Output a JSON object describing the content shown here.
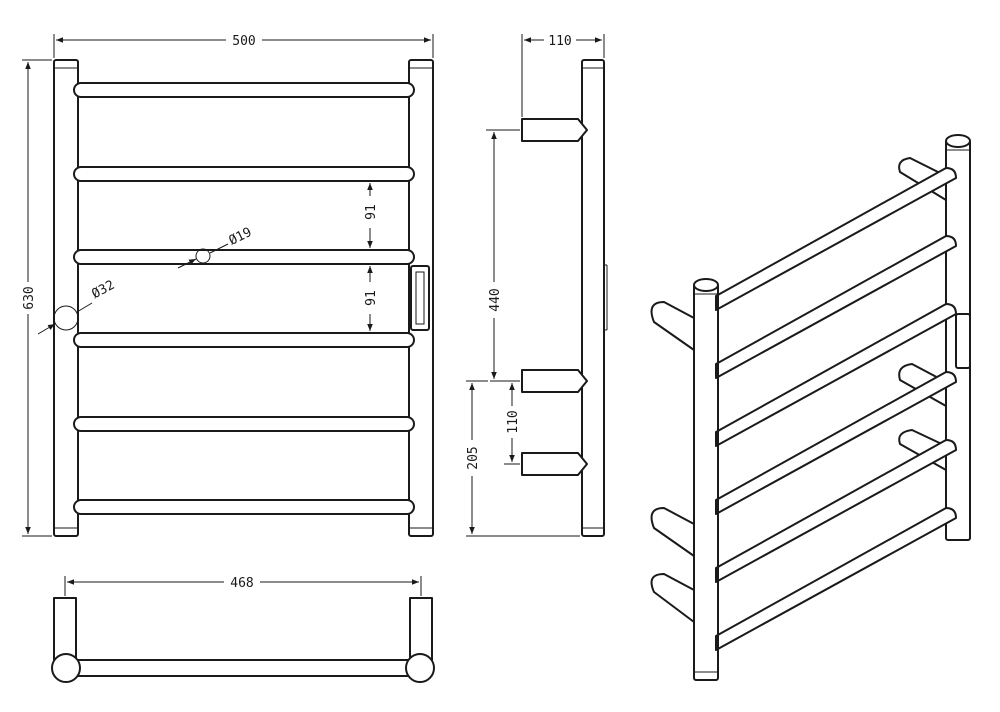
{
  "dimensions": {
    "front_width": "500",
    "front_height": "630",
    "rail_spacing_1": "91",
    "rail_spacing_2": "91",
    "rail_diameter": "Ø19",
    "post_diameter": "Ø32",
    "side_depth": "110",
    "side_bracket_span": "440",
    "side_bracket_gap": "110",
    "side_bottom_height": "205",
    "top_width": "468"
  },
  "colors": {
    "line": "#1a1a1a",
    "background": "#ffffff"
  }
}
